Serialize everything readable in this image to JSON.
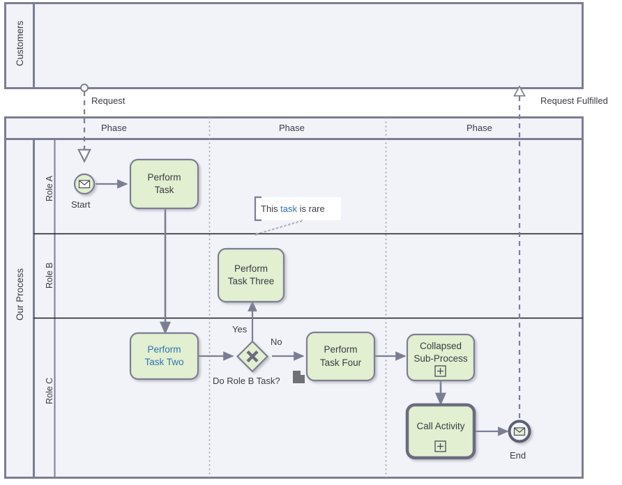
{
  "diagram": {
    "type": "bpmn-collaboration-diagram",
    "colors": {
      "pool_border": "#7b7e93",
      "pool_header_fill": "#f1f3f8",
      "pool_body_fill": "#f1f3f8",
      "lane_divider": "#1a1a1a",
      "task_fill": "#e2efd0",
      "task_border": "#7b7e93",
      "flow_line": "#7b7e93",
      "link_blue": "#2e74b5",
      "text": "#3b3b46",
      "data_object_fill": "#6f7178",
      "note_fill": "#ffffff"
    },
    "pools": [
      {
        "id": "customers",
        "label": "Customers",
        "lanes": [],
        "phases": []
      },
      {
        "id": "our-process",
        "label": "Our Process",
        "lanes": [
          {
            "id": "role-a",
            "label": "Role A"
          },
          {
            "id": "role-b",
            "label": "Role B"
          },
          {
            "id": "role-c",
            "label": "Role C"
          }
        ],
        "phases": [
          {
            "id": "phase-1",
            "label": "Phase"
          },
          {
            "id": "phase-2",
            "label": "Phase"
          },
          {
            "id": "phase-3",
            "label": "Phase"
          }
        ]
      }
    ],
    "events": [
      {
        "id": "start",
        "label": "Start",
        "kind": "message-start-event",
        "lane": "role-a"
      },
      {
        "id": "end",
        "label": "End",
        "kind": "message-end-event",
        "lane": "role-c"
      }
    ],
    "tasks": [
      {
        "id": "perform-task",
        "label": "Perform\nTask",
        "line1": "Perform",
        "line2": "Task",
        "lane": "role-a",
        "style": "task",
        "link": false
      },
      {
        "id": "perform-task-two",
        "label": "Perform\nTask Two",
        "line1": "Perform",
        "line2": "Task Two",
        "lane": "role-c",
        "style": "task",
        "link": true
      },
      {
        "id": "perform-task-three",
        "label": "Perform\nTask Three",
        "line1": "Perform",
        "line2": "Task Three",
        "lane": "role-b",
        "style": "task",
        "link": false
      },
      {
        "id": "perform-task-four",
        "label": "Perform\nTask Four",
        "line1": "Perform",
        "line2": "Task Four",
        "lane": "role-c",
        "style": "task",
        "link": false
      },
      {
        "id": "collapsed-sub-process",
        "label": "Collapsed\nSub-Process",
        "line1": "Collapsed",
        "line2": "Sub-Process",
        "lane": "role-c",
        "style": "collapsed-subprocess",
        "marker": "+",
        "link": false
      },
      {
        "id": "call-activity",
        "label": "Call Activity",
        "line1": "Call Activity",
        "line2": "",
        "lane": "role-c",
        "style": "call-activity",
        "marker": "+",
        "link": false
      }
    ],
    "gateways": [
      {
        "id": "do-role-b-task",
        "label": "Do Role B Task?",
        "kind": "exclusive-gateway",
        "marker": "X",
        "lane": "role-c"
      }
    ],
    "data_objects": [
      {
        "id": "data-object-1",
        "label": "",
        "kind": "data-object"
      }
    ],
    "annotations": [
      {
        "id": "note-task-rare",
        "prefix": "This ",
        "link": "task",
        "suffix": " is rare",
        "full_text": "This task is rare",
        "attached_to": "perform-task-three"
      }
    ],
    "sequence_flows": [
      {
        "from": "start",
        "to": "perform-task",
        "label": ""
      },
      {
        "from": "perform-task",
        "to": "perform-task-two",
        "label": ""
      },
      {
        "from": "perform-task-two",
        "to": "do-role-b-task",
        "label": ""
      },
      {
        "from": "do-role-b-task",
        "to": "perform-task-three",
        "label": "Yes"
      },
      {
        "from": "do-role-b-task",
        "to": "perform-task-four",
        "label": "No"
      },
      {
        "from": "perform-task-four",
        "to": "collapsed-sub-process",
        "label": ""
      },
      {
        "from": "collapsed-sub-process",
        "to": "call-activity",
        "label": ""
      },
      {
        "from": "call-activity",
        "to": "end",
        "label": ""
      }
    ],
    "message_flows": [
      {
        "id": "request",
        "label": "Request",
        "from": "customers",
        "to": "start",
        "direction": "down"
      },
      {
        "id": "request-fulfilled",
        "label": "Request Fulfilled",
        "from": "end",
        "to": "customers",
        "direction": "up"
      }
    ]
  }
}
